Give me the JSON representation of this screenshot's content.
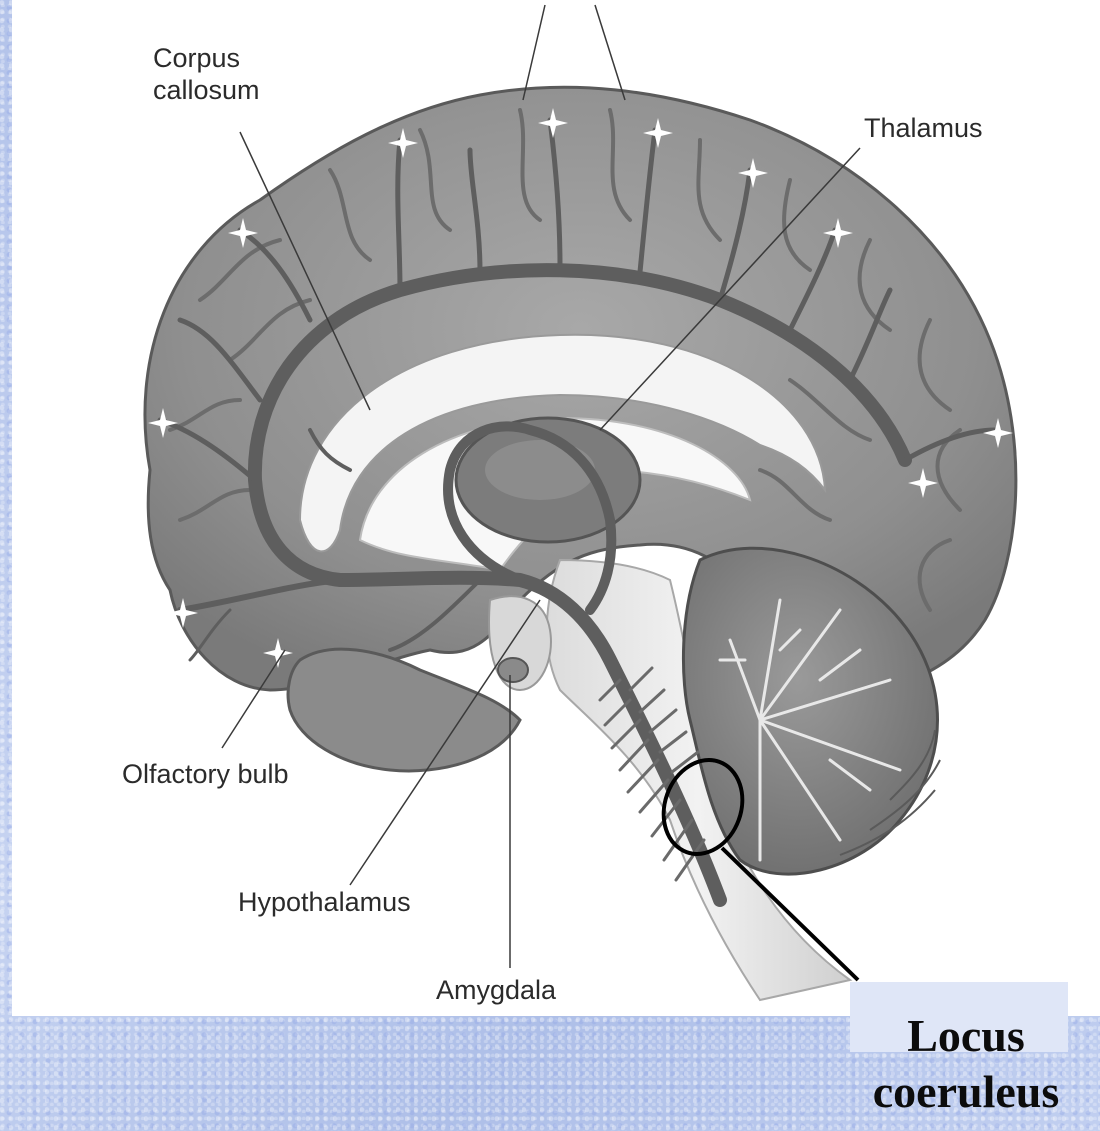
{
  "labels": {
    "corpus_callosum": "Corpus\ncallosum",
    "thalamus": "Thalamus",
    "olfactory_bulb": "Olfactory bulb",
    "hypothalamus": "Hypothalamus",
    "amygdala": "Amygdala",
    "locus_coeruleus": "Locus\ncoeruleus"
  },
  "colors": {
    "slide_background": "#b8c8ec",
    "panel": "#ffffff",
    "cortex": "#8f8f8f",
    "pathway": "#5e5e5e",
    "callout": "#000000"
  }
}
